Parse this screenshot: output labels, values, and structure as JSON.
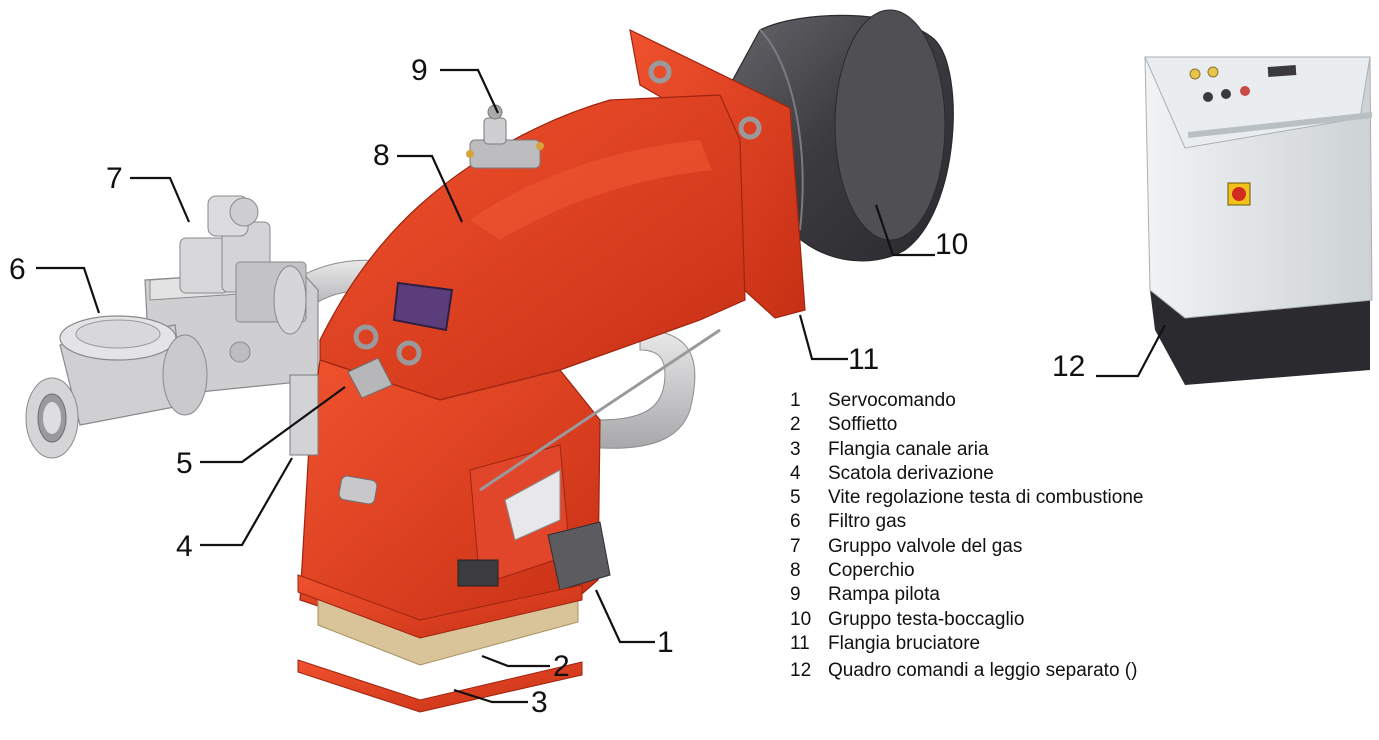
{
  "callouts": [
    "1",
    "2",
    "3",
    "4",
    "5",
    "6",
    "7",
    "8",
    "9",
    "10",
    "11",
    "12"
  ],
  "legend": [
    {
      "n": "1",
      "label": "Servocomando"
    },
    {
      "n": "2",
      "label": "Soffietto"
    },
    {
      "n": "3",
      "label": "Flangia canale aria"
    },
    {
      "n": "4",
      "label": "Scatola derivazione"
    },
    {
      "n": "5",
      "label": "Vite regolazione testa di combustione"
    },
    {
      "n": "6",
      "label": "Filtro gas"
    },
    {
      "n": "7",
      "label": "Gruppo valvole del gas"
    },
    {
      "n": "8",
      "label": "Coperchio"
    },
    {
      "n": "9",
      "label": "Rampa pilota"
    },
    {
      "n": "10",
      "label": "Gruppo testa-boccaglio"
    },
    {
      "n": "11",
      "label": "Flangia bruciatore"
    },
    {
      "n": "12",
      "label": "Quadro comandi a leggio separato ()"
    }
  ],
  "colors": {
    "burner_red": "#e23a1c",
    "burner_red_dark": "#b82a12",
    "tube_dark": "#4a4a4e",
    "metal_grey": "#c9c9cb",
    "bellows_tan": "#d9c49a",
    "cabinet_grey": "#e2e6e8",
    "cabinet_base": "#2b2b2f"
  }
}
